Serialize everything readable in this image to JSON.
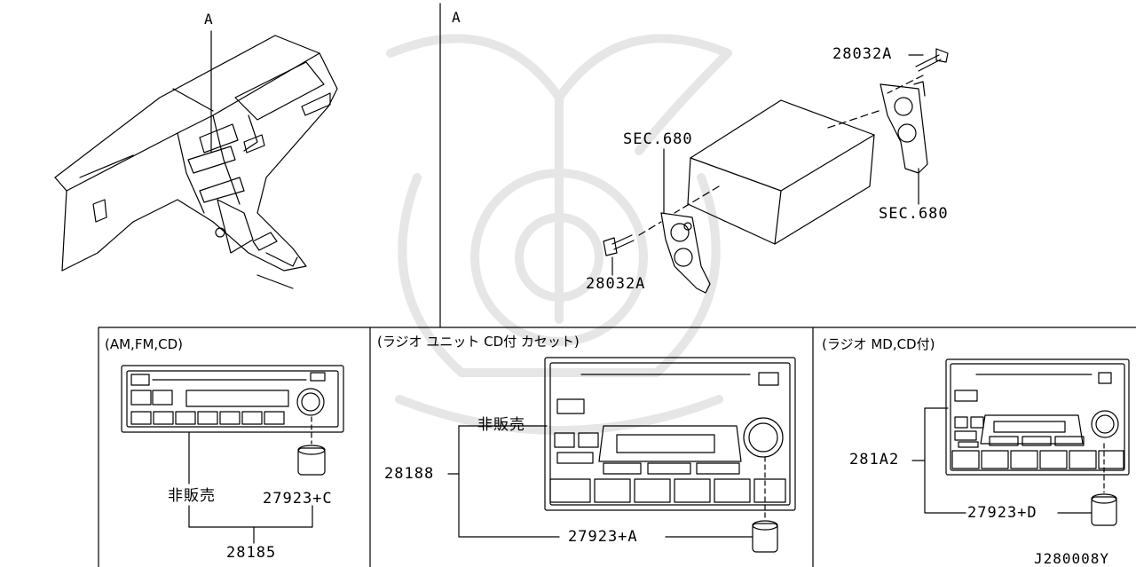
{
  "view_letter": "A",
  "headers": {
    "am_fm_cd": "(AM,FM,CD)",
    "cassette": "(ラジオ ユニット CD付 カセット)",
    "md_cd": "(ラジオ MD,CD付)"
  },
  "parts": {
    "screw_top": "28032A",
    "sec_left": "SEC.680",
    "sec_right": "SEC.680",
    "screw_bottom": "28032A",
    "not_sold_1": "非販売",
    "knob_c": "27923+C",
    "unit_28185": "28185",
    "not_sold_2": "非販売",
    "unit_28188": "28188",
    "knob_a": "27923+A",
    "unit_281a2": "281A2",
    "knob_d": "27923+D"
  },
  "diagram_code": "J280008Y"
}
